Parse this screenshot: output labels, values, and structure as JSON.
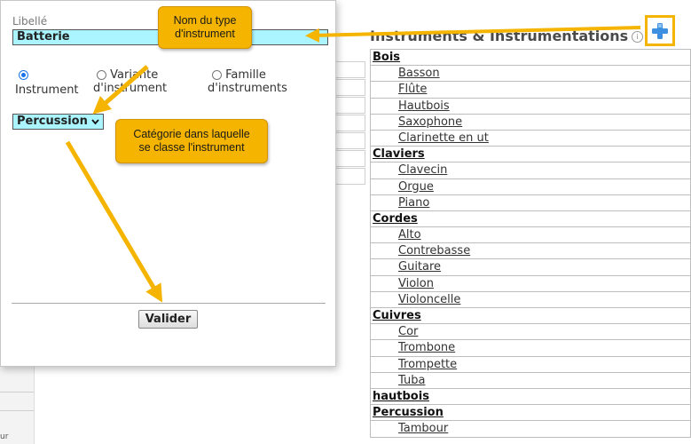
{
  "page": {
    "title": "Instruments & Instrumentations",
    "info_icon": "info-icon",
    "add_button_icon": "plus-icon",
    "background_cut_text": "ur"
  },
  "tree": [
    {
      "type": "cat",
      "label": "Bois"
    },
    {
      "type": "item",
      "label": "Basson"
    },
    {
      "type": "item",
      "label": "Flûte"
    },
    {
      "type": "item",
      "label": "Hautbois"
    },
    {
      "type": "item",
      "label": "Saxophone"
    },
    {
      "type": "item",
      "label": "Clarinette en ut"
    },
    {
      "type": "cat",
      "label": "Claviers"
    },
    {
      "type": "item",
      "label": "Clavecin"
    },
    {
      "type": "item",
      "label": "Orgue"
    },
    {
      "type": "item",
      "label": "Piano"
    },
    {
      "type": "cat",
      "label": "Cordes"
    },
    {
      "type": "item",
      "label": "Alto"
    },
    {
      "type": "item",
      "label": "Contrebasse"
    },
    {
      "type": "item",
      "label": "Guitare"
    },
    {
      "type": "item",
      "label": "Violon"
    },
    {
      "type": "item",
      "label": "Violoncelle"
    },
    {
      "type": "cat",
      "label": "Cuivres"
    },
    {
      "type": "item",
      "label": "Cor"
    },
    {
      "type": "item",
      "label": "Trombone"
    },
    {
      "type": "item",
      "label": "Trompette"
    },
    {
      "type": "item",
      "label": "Tuba"
    },
    {
      "type": "cat",
      "label": "hautbois"
    },
    {
      "type": "cat",
      "label": "Percussion"
    },
    {
      "type": "item",
      "label": "Tambour"
    }
  ],
  "dialog": {
    "libelle_label": "Libellé",
    "libelle_value": "Batterie",
    "radio_instrument": "Instrument",
    "radio_variante_1": "Variante",
    "radio_variante_2": "d'instrument",
    "radio_famille_1": "Famille",
    "radio_famille_2": "d'instruments",
    "selected_radio": "Instrument",
    "category_value": "Percussion",
    "submit_label": "Valider"
  },
  "callouts": {
    "name_1": "Nom du type",
    "name_2": "d'instrument",
    "cat_1": "Catégorie dans laquelle",
    "cat_2": "se classe l'instrument"
  },
  "colors": {
    "accent": "#f4b400",
    "input_bg": "#aaf5ff",
    "radio": "#1a73e8",
    "plus_icon": "#3d8fe0"
  }
}
